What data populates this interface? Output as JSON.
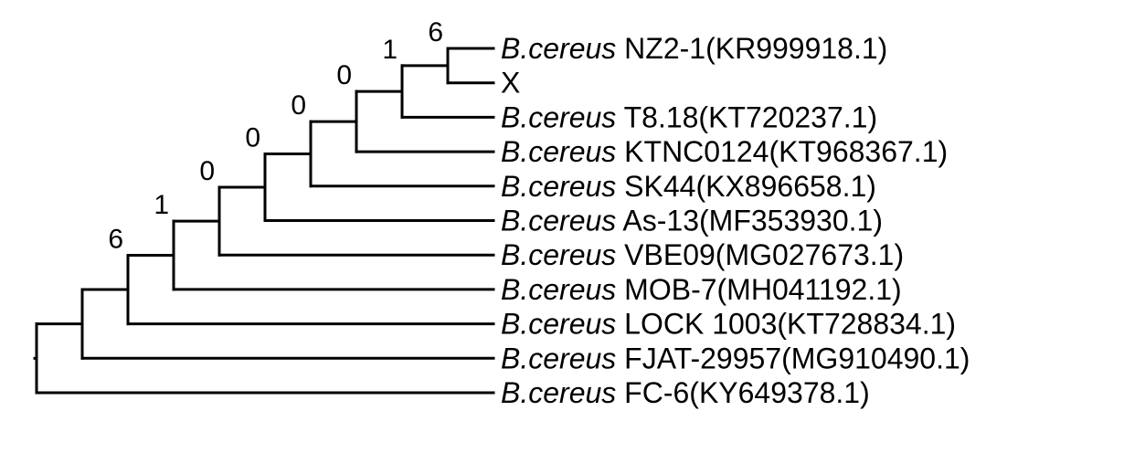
{
  "tree": {
    "leaves": [
      {
        "genus": "B.cereus",
        "strain": "NZ2-1(KR999918.1)"
      },
      {
        "genus": "",
        "strain": "X"
      },
      {
        "genus": "B.cereus",
        "strain": "T8.18(KT720237.1)"
      },
      {
        "genus": "B.cereus",
        "strain": "KTNC0124(KT968367.1)"
      },
      {
        "genus": "B.cereus",
        "strain": "SK44(KX896658.1)"
      },
      {
        "genus": "B.cereus",
        "strain": "As-13(MF353930.1)"
      },
      {
        "genus": "B.cereus",
        "strain": "VBE09(MG027673.1)"
      },
      {
        "genus": "B.cereus",
        "strain": "MOB-7(MH041192.1)"
      },
      {
        "genus": "B.cereus",
        "strain": "LOCK 1003(KT728834.1)"
      },
      {
        "genus": "B.cereus",
        "strain": "FJAT-29957(MG910490.1)"
      },
      {
        "genus": "B.cereus",
        "strain": "FC-6(KY649378.1)"
      }
    ],
    "nodes": [
      {
        "label": "6",
        "children": [
          0,
          1
        ]
      },
      {
        "label": "1",
        "children": [
          "n0",
          2
        ]
      },
      {
        "label": "0",
        "children": [
          "n1",
          3
        ]
      },
      {
        "label": "0",
        "children": [
          "n2",
          4
        ]
      },
      {
        "label": "0",
        "children": [
          "n3",
          5
        ]
      },
      {
        "label": "0",
        "children": [
          "n4",
          6
        ]
      },
      {
        "label": "1",
        "children": [
          "n5",
          7
        ]
      },
      {
        "label": "6",
        "children": [
          "n6",
          8
        ]
      },
      {
        "label": "",
        "children": [
          "n7",
          9
        ]
      },
      {
        "label": "",
        "children": [
          "n8",
          10
        ]
      }
    ]
  }
}
